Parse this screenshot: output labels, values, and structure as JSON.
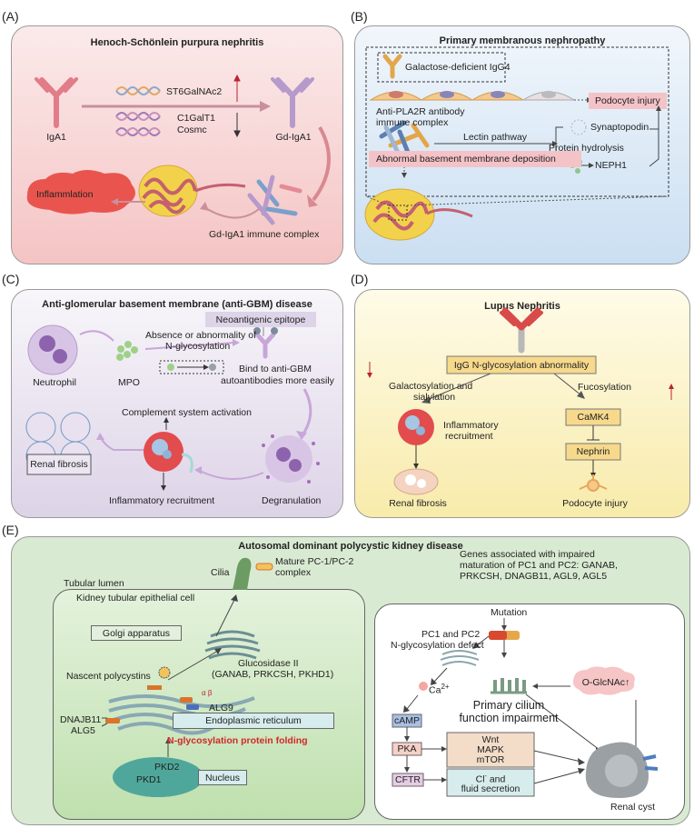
{
  "panel_a": {
    "letter": "(A)",
    "title": "Henoch-Schönlein purpura nephritis",
    "iga1": "IgA1",
    "st6": "ST6GalNAc2",
    "c1galt1": "C1GalT1",
    "cosmc": "Cosmc",
    "gd_iga1": "Gd-IgA1",
    "inflammation": "Inflammlation",
    "immune_complex": "Gd-IgA1 immune complex"
  },
  "panel_b": {
    "letter": "(B)",
    "title": "Primary membranous nephropathy",
    "galactose": "Galactose-deficient IgG4",
    "podocyte": "Podocyte injury",
    "anti_pla2r_1": "Anti-PLA2R antibody",
    "anti_pla2r_2": "immune complex",
    "synaptopodin": "Synaptopodin",
    "lectin": "Lectin pathway",
    "protein_hydrolysis": "Protein hydrolysis",
    "neph1": "NEPH1",
    "abnormal": "Abnormal basement membrane deposition"
  },
  "panel_c": {
    "letter": "(C)",
    "title": "Anti-glomerular basement membrane (anti-GBM) disease",
    "neoantigenic": "Neoantigenic epitope",
    "absence_1": "Absence or abnormality of",
    "absence_2": "N-glycosylation",
    "neutrophil": "Neutrophil",
    "mpo": "MPO",
    "bind_1": "Bind to anti-GBM",
    "bind_2": "autoantibodies more easily",
    "complement": "Complement system activation",
    "renal_fibrosis": "Renal fibrosis",
    "inflammatory": "Inflammatory recruitment",
    "degranulation": "Degranulation"
  },
  "panel_d": {
    "letter": "(D)",
    "title": "Lupus Nephritis",
    "igg": "IgG N-glycosylation abnormality",
    "galacto_1": "Galactosylation and",
    "galacto_2": "sialylation",
    "fucosylation": "Fucosylation",
    "inflam_1": "Inflammatory",
    "inflam_2": "recruitment",
    "camk4": "CaMK4",
    "nephrin": "Nephrin",
    "renal_fibrosis": "Renal fibrosis",
    "podocyte": "Podocyte injury"
  },
  "panel_e": {
    "letter": "(E)",
    "title": "Autosomal dominant polycystic kidney disease",
    "genes_1": "Genes associated with impaired",
    "genes_2": "maturation of PC1 and PC2: GANAB,",
    "genes_3": "PRKCSH, DNAGB11, AGL9, AGL5",
    "cilia": "Cilia",
    "mature_1": "Mature PC-1/PC-2",
    "mature_2": "complex",
    "tubular_lumen": "Tubular lumen",
    "kidney_cell": "Kidney tubular epithelial cell",
    "golgi": "Golgi apparatus",
    "glucosidase_1": "Glucosidase II",
    "glucosidase_2": "(GANAB, PRKCSH, PKHD1)",
    "nascent": "Nascent polycystins",
    "alpha_beta": "α β",
    "alg9": "ALG9",
    "dnajb11": "DNAJB11",
    "alg5": "ALG5",
    "er": "Endoplasmic reticulum",
    "folding": "N-glycosylation protein folding",
    "pkd2": "PKD2",
    "pkd1": "PKD1",
    "nucleus": "Nucleus",
    "mutation": "Mutation",
    "pc_defect_1": "PC1 and PC2",
    "pc_defect_2": "N-glycosylation defect",
    "ca": "Ca",
    "ca_sup": "2+",
    "primary_1": "Primary cilium",
    "primary_2": "function impairment",
    "oglcnac": "O-GlcNAc↑",
    "camp": "cAMP",
    "pka": "PKA",
    "wnt": "Wnt",
    "mapk": "MAPK",
    "mtor": "mTOR",
    "cftr": "CFTR",
    "cl": "Cl",
    "cl_sup": "-",
    "cl_rest": " and",
    "fluid": "fluid secretion",
    "renal_cyst": "Renal cyst"
  },
  "colors": {
    "pink_bg": "#f8d6d6",
    "blue_bg": "#dbe9f7",
    "purple_bg": "#e6e0ee",
    "yellow_bg": "#fbf3c6",
    "green_bg": "#d9ead2",
    "red_text": "#d0282b"
  }
}
